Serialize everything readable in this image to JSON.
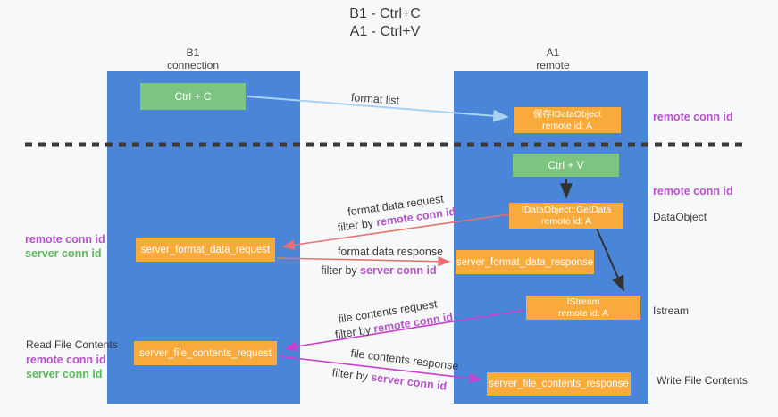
{
  "title": {
    "line1": "B1 - Ctrl+C",
    "line2": "A1 - Ctrl+V"
  },
  "columns": {
    "left": {
      "name": "B1",
      "role": "connection"
    },
    "right": {
      "name": "A1",
      "role": "remote"
    }
  },
  "boxes": {
    "ctrl_c": "Ctrl + C",
    "ctrl_v": "Ctrl + V",
    "save_dataobject": {
      "line1": "保存IDataObject",
      "line2": "remote id: A"
    },
    "getdata": {
      "line1": "IDataObject::GetData",
      "line2": "remote id: A"
    },
    "istream": {
      "line1": "IStream",
      "line2": "remote id: A"
    },
    "server_format_data_request": "server_format_data_request",
    "server_format_data_response": "server_format_data_response",
    "server_file_contents_request": "server_file_contents_request",
    "server_file_contents_response": "server_file_contents_response"
  },
  "arrow_labels": {
    "format_list": "format list",
    "format_data_request": "format data request",
    "format_data_response": "format data response",
    "file_contents_request": "file contents request",
    "file_contents_response": "file contents response",
    "filter_prefix": "filter by ",
    "remote_conn_id": "remote conn id",
    "server_conn_id": "server conn id"
  },
  "side_labels": {
    "right_top_remote_conn_id": "remote conn id",
    "right_mid_remote_conn_id": "remote conn id",
    "dataobject": "DataObject",
    "istream": "Istream",
    "write_file_contents": "Write File Contents",
    "left_remote_conn_id_1": "remote conn id",
    "left_server_conn_id_1": "server conn id",
    "read_file_contents": "Read File Contents",
    "left_remote_conn_id_2": "remote conn id",
    "left_server_conn_id_2": "server conn id"
  },
  "colors": {
    "background": "#f7f8f9",
    "column_blue": "#4a85d8",
    "box_green": "#7cc47f",
    "box_orange": "#f8aa3d",
    "purple_text": "#b553c8",
    "green_text": "#5bb95b",
    "arrow_blue": "#a9d3f2",
    "arrow_salmon": "#e87070",
    "arrow_magenta": "#cb3fcb",
    "arrow_black": "#333333",
    "text_dark": "#3b3b3b"
  }
}
